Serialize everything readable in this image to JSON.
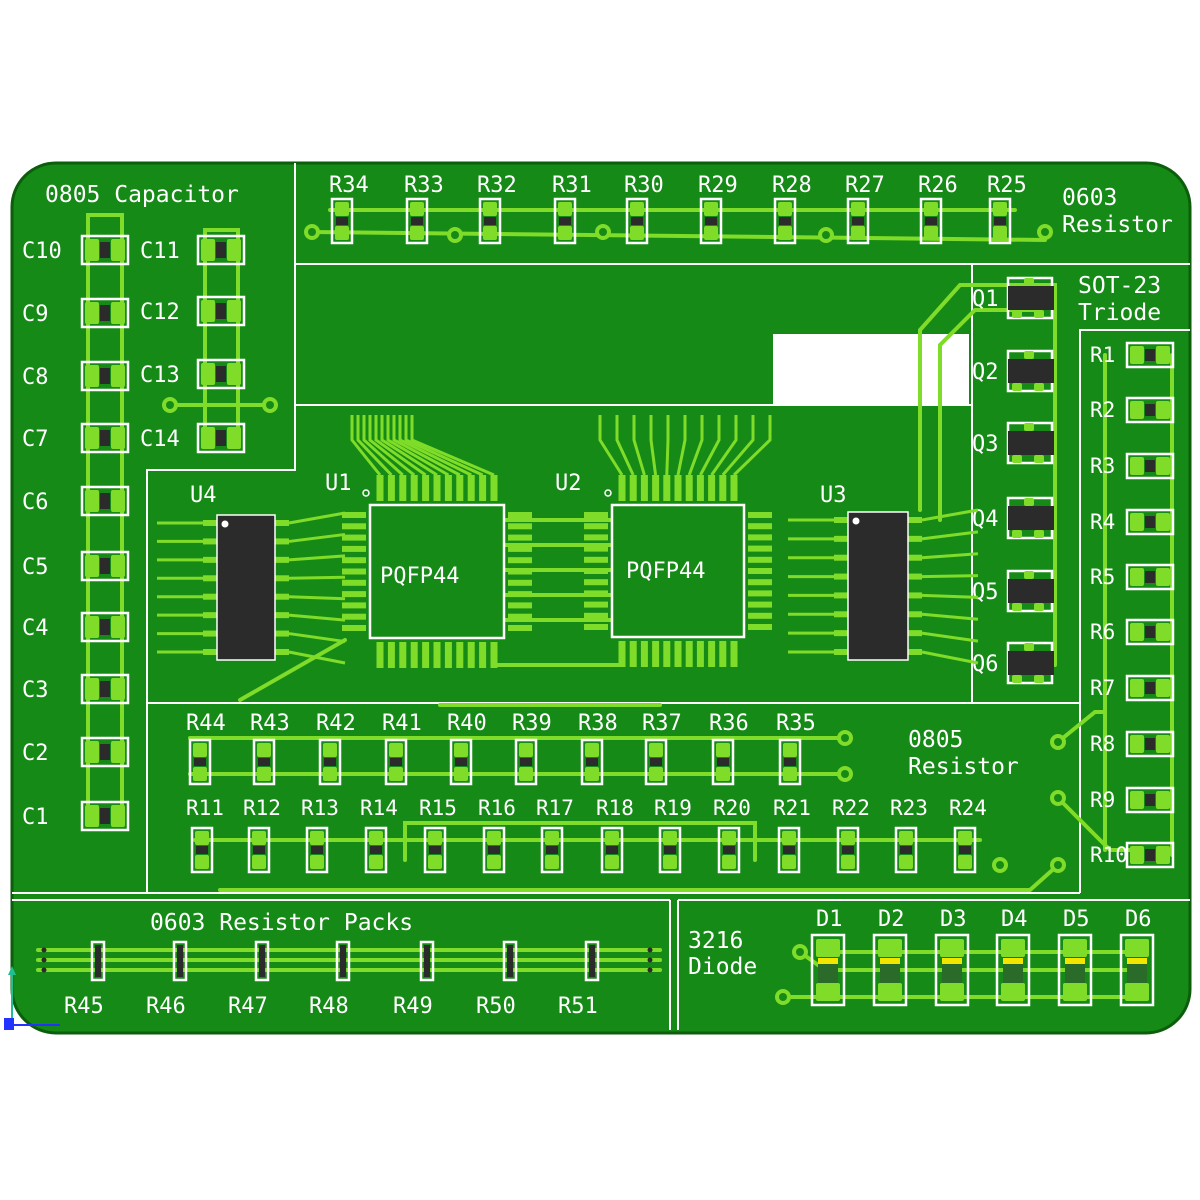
{
  "colors": {
    "background": "#ffffff",
    "board": "#168a16",
    "board_edge": "#0c5e0c",
    "trace": "#7fdc28",
    "silkscreen": "#ffffff",
    "component_body": "#2b2b2b",
    "diode_band": "#f2e600",
    "axis_x": "#1fbf8f",
    "axis_y": "#2233ff"
  },
  "sections": {
    "cap_title": "0805 Capacitor",
    "res0603_title_1": "0603",
    "res0603_title_2": "Resistor",
    "sot_title_1": "SOT-23",
    "sot_title_2": "Triode",
    "res0805_title_1": "0805",
    "res0805_title_2": "Resistor",
    "packs_title": "0603 Resistor Packs",
    "diode_title_1": "3216",
    "diode_title_2": "Diode"
  },
  "chips": {
    "u1_label": "U1",
    "u2_label": "U2",
    "u3_label": "U3",
    "u4_label": "U4",
    "qfp_text": "PQFP44"
  },
  "caps_left": [
    "C10",
    "C9",
    "C8",
    "C7",
    "C6",
    "C5",
    "C4",
    "C3",
    "C2",
    "C1"
  ],
  "caps_right": [
    "C11",
    "C12",
    "C13",
    "C14"
  ],
  "res_top": [
    "R34",
    "R33",
    "R32",
    "R31",
    "R30",
    "R29",
    "R28",
    "R27",
    "R26",
    "R25"
  ],
  "triodes": [
    "Q1",
    "Q2",
    "Q3",
    "Q4",
    "Q5",
    "Q6"
  ],
  "res_right": [
    "R1",
    "R2",
    "R3",
    "R4",
    "R5",
    "R6",
    "R7",
    "R8",
    "R9",
    "R10"
  ],
  "res_row1": [
    "R44",
    "R43",
    "R42",
    "R41",
    "R40",
    "R39",
    "R38",
    "R37",
    "R36",
    "R35"
  ],
  "res_row2": [
    "R11",
    "R12",
    "R13",
    "R14",
    "R15",
    "R16",
    "R17",
    "R18",
    "R19",
    "R20",
    "R21",
    "R22",
    "R23",
    "R24"
  ],
  "packs": [
    "R45",
    "R46",
    "R47",
    "R48",
    "R49",
    "R50",
    "R51"
  ],
  "diodes": [
    "D1",
    "D2",
    "D3",
    "D4",
    "D5",
    "D6"
  ]
}
